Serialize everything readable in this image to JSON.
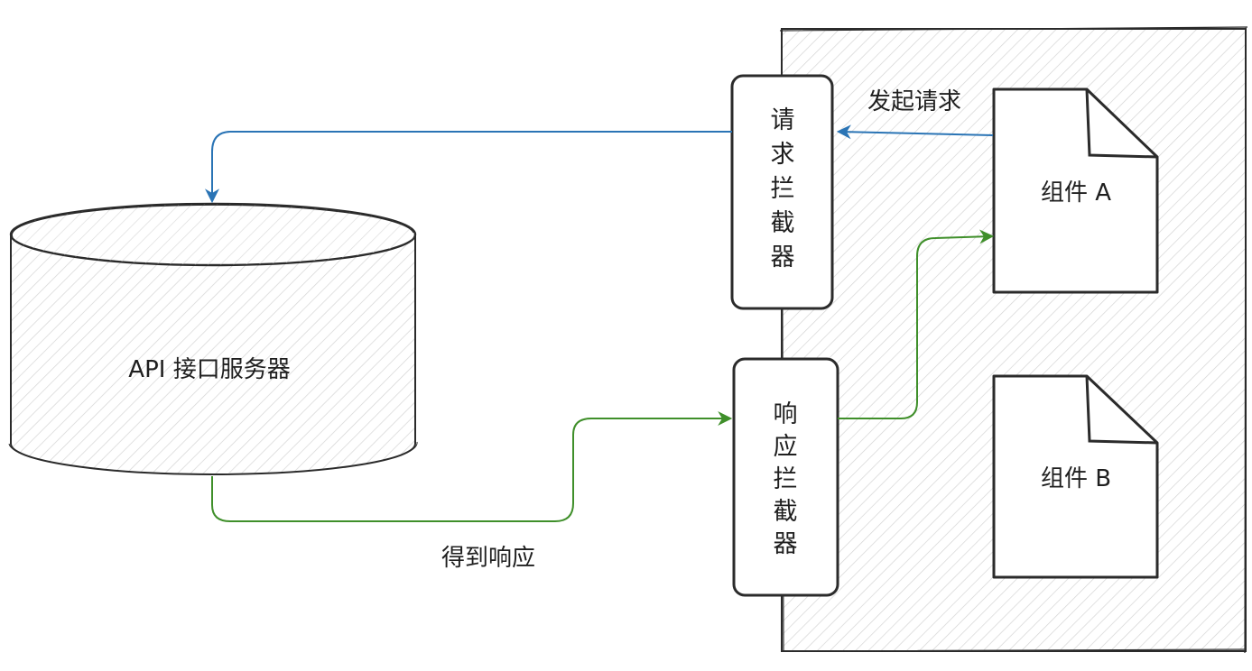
{
  "colors": {
    "request_arrow": "#2a74b5",
    "response_arrow": "#3f8f2a",
    "outline": "#2b2b2b",
    "hatch": "#cfcfcf"
  },
  "server": {
    "label": "API 接口服务器"
  },
  "request_interceptor": {
    "chars": [
      "请",
      "求",
      "拦",
      "截",
      "器"
    ]
  },
  "response_interceptor": {
    "chars": [
      "响",
      "应",
      "拦",
      "截",
      "器"
    ]
  },
  "component_a": {
    "label": "组件 A"
  },
  "component_b": {
    "label": "组件 B"
  },
  "edges": {
    "send_request": "发起请求",
    "get_response": "得到响应"
  }
}
